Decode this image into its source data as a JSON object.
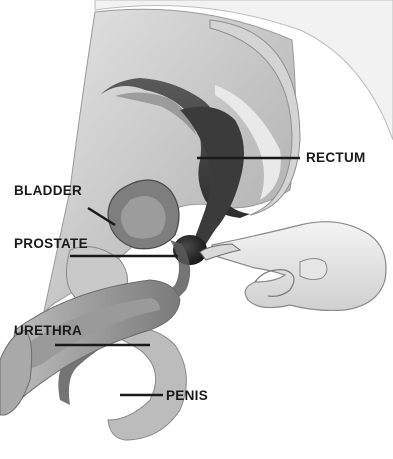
{
  "labels": {
    "rectum": "RECTUM",
    "bladder": "BLADDER",
    "prostate": "PROSTATE",
    "urethra": "URETHRA",
    "penis": "PENIS"
  },
  "colors": {
    "ink": "#1a1a1a",
    "dark_tissue": "#3a3a3a",
    "mid_tissue": "#8a8a8a",
    "light_tissue": "#c9c9c9",
    "background": "#ffffff"
  }
}
